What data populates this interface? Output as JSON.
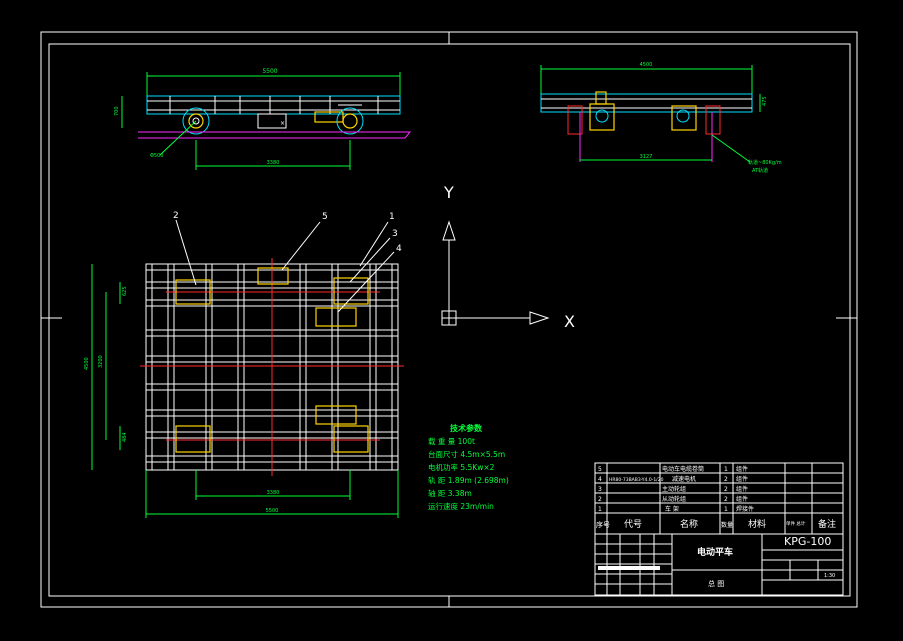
{
  "colors": {
    "background": "#000000",
    "frame": "#ffffff",
    "dimension": "#00ff3a",
    "centerline": "#ff2a2a",
    "motor": "#ffd400",
    "wheel": "#00e0ff",
    "rail": "#ff2aff"
  },
  "front_view": {
    "dim_length": "5500",
    "dim_height": "700",
    "dim_wheelbase": "3380",
    "dim_wheel": "Φ500"
  },
  "side_view": {
    "dim_width": "4500",
    "dim_height": "475",
    "dim_gauge": "3127",
    "rail_note_1": "轨道~80Kg/m",
    "rail_note_2": "AT轨道"
  },
  "plan_view": {
    "dim_width": "4500",
    "dim_inner": "3200",
    "dim_small_top": "625",
    "dim_small_bottom": "484",
    "dim_length": "5500",
    "dim_wheelbase": "3380",
    "callouts": [
      "1",
      "2",
      "3",
      "4",
      "5"
    ]
  },
  "axes": {
    "y": "Y",
    "x": "X"
  },
  "tech": {
    "title": "技术参数",
    "rows": [
      "载 重 量   100t",
      "台面尺寸  4.5m×5.5m",
      "电机功率  5.5Kw×2",
      "轨    距  1.89m  (2.698m)",
      "轴    距  3.38m",
      "运行速度  23m/min"
    ]
  },
  "title_block": {
    "parts": [
      {
        "no": "5",
        "code": "",
        "name": "电动车电缆卷筒",
        "qty": "1",
        "mat": "组件"
      },
      {
        "no": "4",
        "code": "HR80-73BAB3-Y4.0-1/20",
        "name": "减速电机",
        "qty": "2",
        "mat": "组件"
      },
      {
        "no": "3",
        "code": "",
        "name": "主动轮组",
        "qty": "2",
        "mat": "组件"
      },
      {
        "no": "2",
        "code": "",
        "name": "从动轮组",
        "qty": "2",
        "mat": "组件"
      },
      {
        "no": "1",
        "code": "",
        "name": "车 架",
        "qty": "1",
        "mat": "焊接件"
      }
    ],
    "headers": {
      "no": "序号",
      "code": "代号",
      "name": "名称",
      "qty": "数量",
      "mat": "材料",
      "weight": "单件 总计",
      "note": "备注"
    },
    "product_name": "电动平车",
    "drawing_no": "KPG-100",
    "drawing_title": "总 图",
    "scale": "1:30"
  }
}
